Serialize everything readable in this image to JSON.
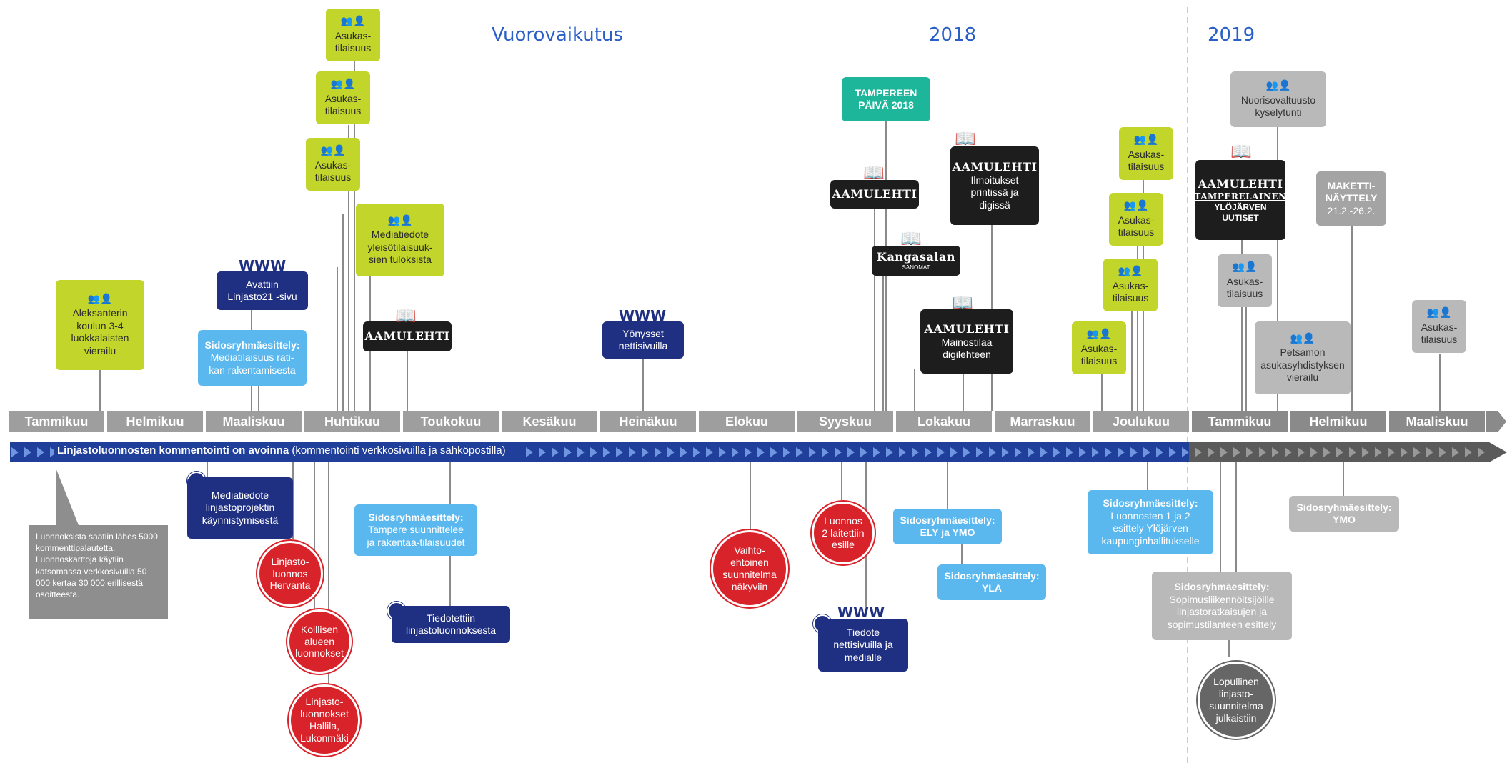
{
  "headings": {
    "interaction": "Vuorovaikutus",
    "year_2018": "2018",
    "year_2019": "2019"
  },
  "months": [
    "Tammikuu",
    "Helmikuu",
    "Maaliskuu",
    "Huhtikuu",
    "Toukokuu",
    "Kesäkuu",
    "Heinäkuu",
    "Elokuu",
    "Syyskuu",
    "Lokakuu",
    "Marraskuu",
    "Joulukuu",
    "Tammikuu",
    "Helmikuu",
    "Maaliskuu"
  ],
  "bar": {
    "bold": "Linjastoluonnosten kommentointi on avoinna",
    "rest": " (kommentointi verkkosivuilla ja sähköpostilla)"
  },
  "note": {
    "text": "Luonnoksista saatiin lähes 5000 kommenttipalautetta. Luonnoskarttoja käytiin katsomassa verkkosivuilla 50 000 kertaa 30 000 erillisestä osoitteesta."
  },
  "top": {
    "asukas1": {
      "l1": "Asukas-",
      "l2": "tilaisuus"
    },
    "asukas2": {
      "l1": "Asukas-",
      "l2": "tilaisuus"
    },
    "asukas3": {
      "l1": "Asukas-",
      "l2": "tilaisuus"
    },
    "aleks": {
      "l1": "Aleksanterin",
      "l2": "koulun 3-4",
      "l3": "luokkalaisten",
      "l4": "vierailu"
    },
    "mediatiedote": {
      "l1": "Mediatiedote",
      "l2": "yleisötilaisuuk-",
      "l3": "sien tuloksista"
    },
    "www1": "WWW",
    "avattiin": {
      "l1": "Avattiin",
      "l2": "Linjasto21 -sivu"
    },
    "sidos1": {
      "t": "Sidosryhmäesittely:",
      "l1": "Mediatilaisuus rati-",
      "l2": "kan rakentamisesta"
    },
    "aamulehti1": "AAMULEHTI",
    "www2": "WWW",
    "yonysset": {
      "l1": "Yönysset",
      "l2": "nettisivuilla"
    },
    "tampereen": {
      "l1": "TAMPEREEN",
      "l2": "PÄIVÄ 2018"
    },
    "aamulehti2": "AAMULEHTI",
    "kangasala": {
      "l1": "Kangasalan",
      "l2": "SANOMAT"
    },
    "aamulehti3": {
      "t": "AAMULEHTI",
      "l1": "Ilmoitukset",
      "l2": "printissä ja",
      "l3": "digissä"
    },
    "aamulehti4": {
      "t": "AAMULEHTI",
      "l1": "Mainostilaa",
      "l2": "digilehteen"
    },
    "asukas4": {
      "l1": "Asukas-",
      "l2": "tilaisuus"
    },
    "asukas5": {
      "l1": "Asukas-",
      "l2": "tilaisuus"
    },
    "asukas6": {
      "l1": "Asukas-",
      "l2": "tilaisuus"
    },
    "asukas7": {
      "l1": "Asukas-",
      "l2": "tilaisuus"
    },
    "nuoriso": {
      "l1": "Nuorisovaltuusto",
      "l2": "kyselytunti"
    },
    "papers2019": {
      "t1": "AAMULEHTI",
      "t2": "TAMPERELAINEN",
      "t3": "YLÖJÄRVEN",
      "t4": "UUTISET"
    },
    "maketti": {
      "l1": "MAKETTI-",
      "l2": "NÄYTTELY",
      "l3": "21.2.-26.2."
    },
    "asukas8": {
      "l1": "Asukas-",
      "l2": "tilaisuus"
    },
    "petsamon": {
      "l1": "Petsamon",
      "l2": "asukasyhdistyksen",
      "l3": "vierailu"
    },
    "asukas9": {
      "l1": "Asukas-",
      "l2": "tilaisuus"
    }
  },
  "bottom": {
    "mediatiedote2": {
      "l1": "Mediatiedote",
      "l2": "linjastoprojektin",
      "l3": "käynnistymisestä"
    },
    "hervanta": {
      "l1": "Linjasto-",
      "l2": "luonnos",
      "l3": "Hervanta"
    },
    "koillisen": {
      "l1": "Koillisen",
      "l2": "alueen",
      "l3": "luonnokset"
    },
    "hallila": {
      "l1": "Linjasto-",
      "l2": "luonnokset",
      "l3": "Hallila,",
      "l4": "Lukonmäki"
    },
    "sidos2": {
      "t": "Sidosryhmäesittely:",
      "l1": "Tampere suunnittelee",
      "l2": "ja rakentaa-tilaisuudet"
    },
    "tiedotettiin": {
      "l1": "Tiedotettiin",
      "l2": "linjastoluonnoksesta"
    },
    "vaihto": {
      "l1": "Vaihto-",
      "l2": "ehtoinen",
      "l3": "suunnitelma",
      "l4": "näkyviin"
    },
    "luonnos2": {
      "l1": "Luonnos",
      "l2": "2 laitettiin",
      "l3": "esille"
    },
    "www3": "WWW",
    "tiedote": {
      "l1": "Tiedote",
      "l2": "nettisivuilla ja",
      "l3": "medialle"
    },
    "sidos_ely": {
      "t": "Sidosryhmäesittely:",
      "l1": "ELY ja YMO"
    },
    "sidos_yla": {
      "t": "Sidosryhmäesittely:",
      "l1": "YLA"
    },
    "sidos_dec": {
      "t": "Sidosryhmäesittely:",
      "l1": "Luonnosten 1 ja 2",
      "l2": "esittely Ylöjärven",
      "l3": "kaupunginhallitukselle"
    },
    "sidos_sopi": {
      "t": "Sidosryhmäesittely:",
      "l1": "Sopimusliikennöitsijöille",
      "l2": "linjastoratkaisujen ja",
      "l3": "sopimustilanteen esittely"
    },
    "sidos_ymo": {
      "t": "Sidosryhmäesittely:",
      "l1": "YMO"
    },
    "lopullinen": {
      "l1": "Lopullinen",
      "l2": "linjasto-",
      "l3": "suunnitelma",
      "l4": "julkaistiin"
    }
  }
}
